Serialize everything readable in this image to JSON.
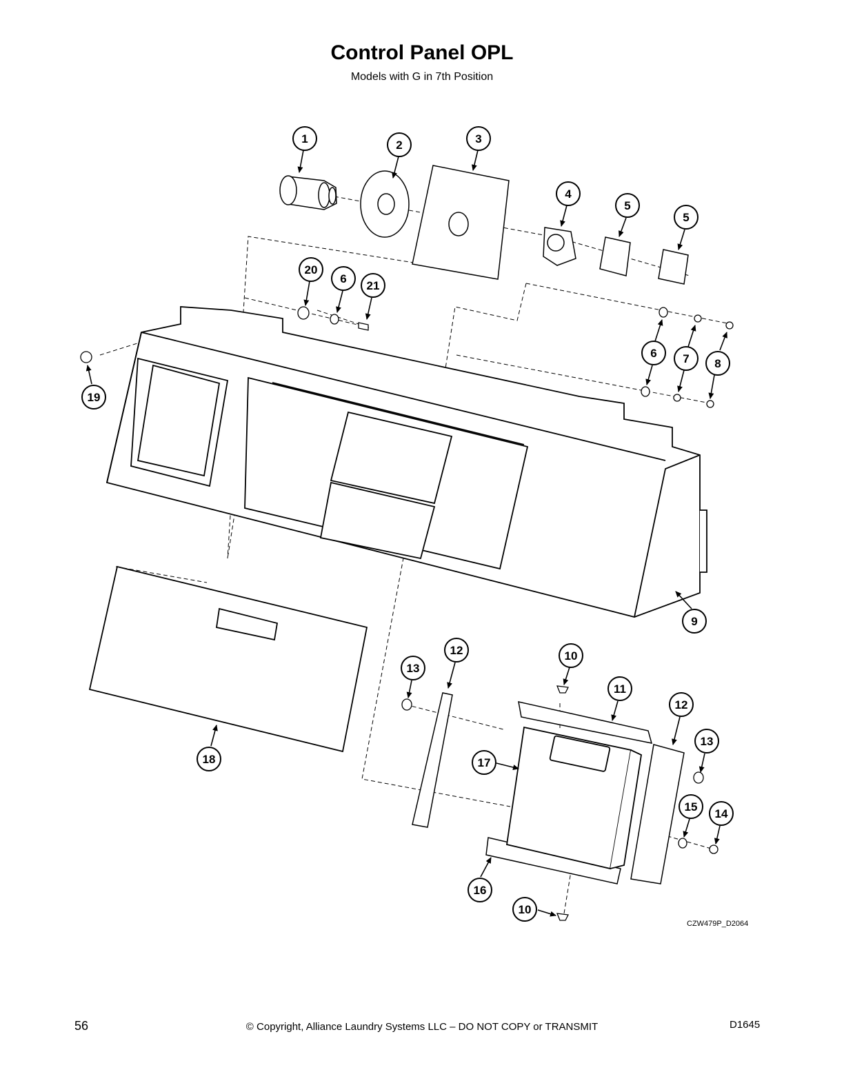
{
  "header": {
    "title": "Control Panel OPL",
    "subtitle": "Models with G in 7th Position"
  },
  "diagram": {
    "drawing_code": "CZW479P_D2064",
    "callouts": [
      {
        "id": "c1",
        "label": "1"
      },
      {
        "id": "c2",
        "label": "2"
      },
      {
        "id": "c3",
        "label": "3"
      },
      {
        "id": "c4",
        "label": "4"
      },
      {
        "id": "c5a",
        "label": "5"
      },
      {
        "id": "c5b",
        "label": "5"
      },
      {
        "id": "c20",
        "label": "20"
      },
      {
        "id": "c6a",
        "label": "6"
      },
      {
        "id": "c21",
        "label": "21"
      },
      {
        "id": "c6b",
        "label": "6"
      },
      {
        "id": "c7",
        "label": "7"
      },
      {
        "id": "c8",
        "label": "8"
      },
      {
        "id": "c19",
        "label": "19"
      },
      {
        "id": "c9",
        "label": "9"
      },
      {
        "id": "c12a",
        "label": "12"
      },
      {
        "id": "c13a",
        "label": "13"
      },
      {
        "id": "c10a",
        "label": "10"
      },
      {
        "id": "c11",
        "label": "11"
      },
      {
        "id": "c12b",
        "label": "12"
      },
      {
        "id": "c13b",
        "label": "13"
      },
      {
        "id": "c17",
        "label": "17"
      },
      {
        "id": "c15",
        "label": "15"
      },
      {
        "id": "c14",
        "label": "14"
      },
      {
        "id": "c18",
        "label": "18"
      },
      {
        "id": "c16",
        "label": "16"
      },
      {
        "id": "c10b",
        "label": "10"
      }
    ]
  },
  "footer": {
    "page_number": "56",
    "copyright": "© Copyright, Alliance Laundry Systems LLC – DO NOT COPY or TRANSMIT",
    "doc_number": "D1645"
  }
}
